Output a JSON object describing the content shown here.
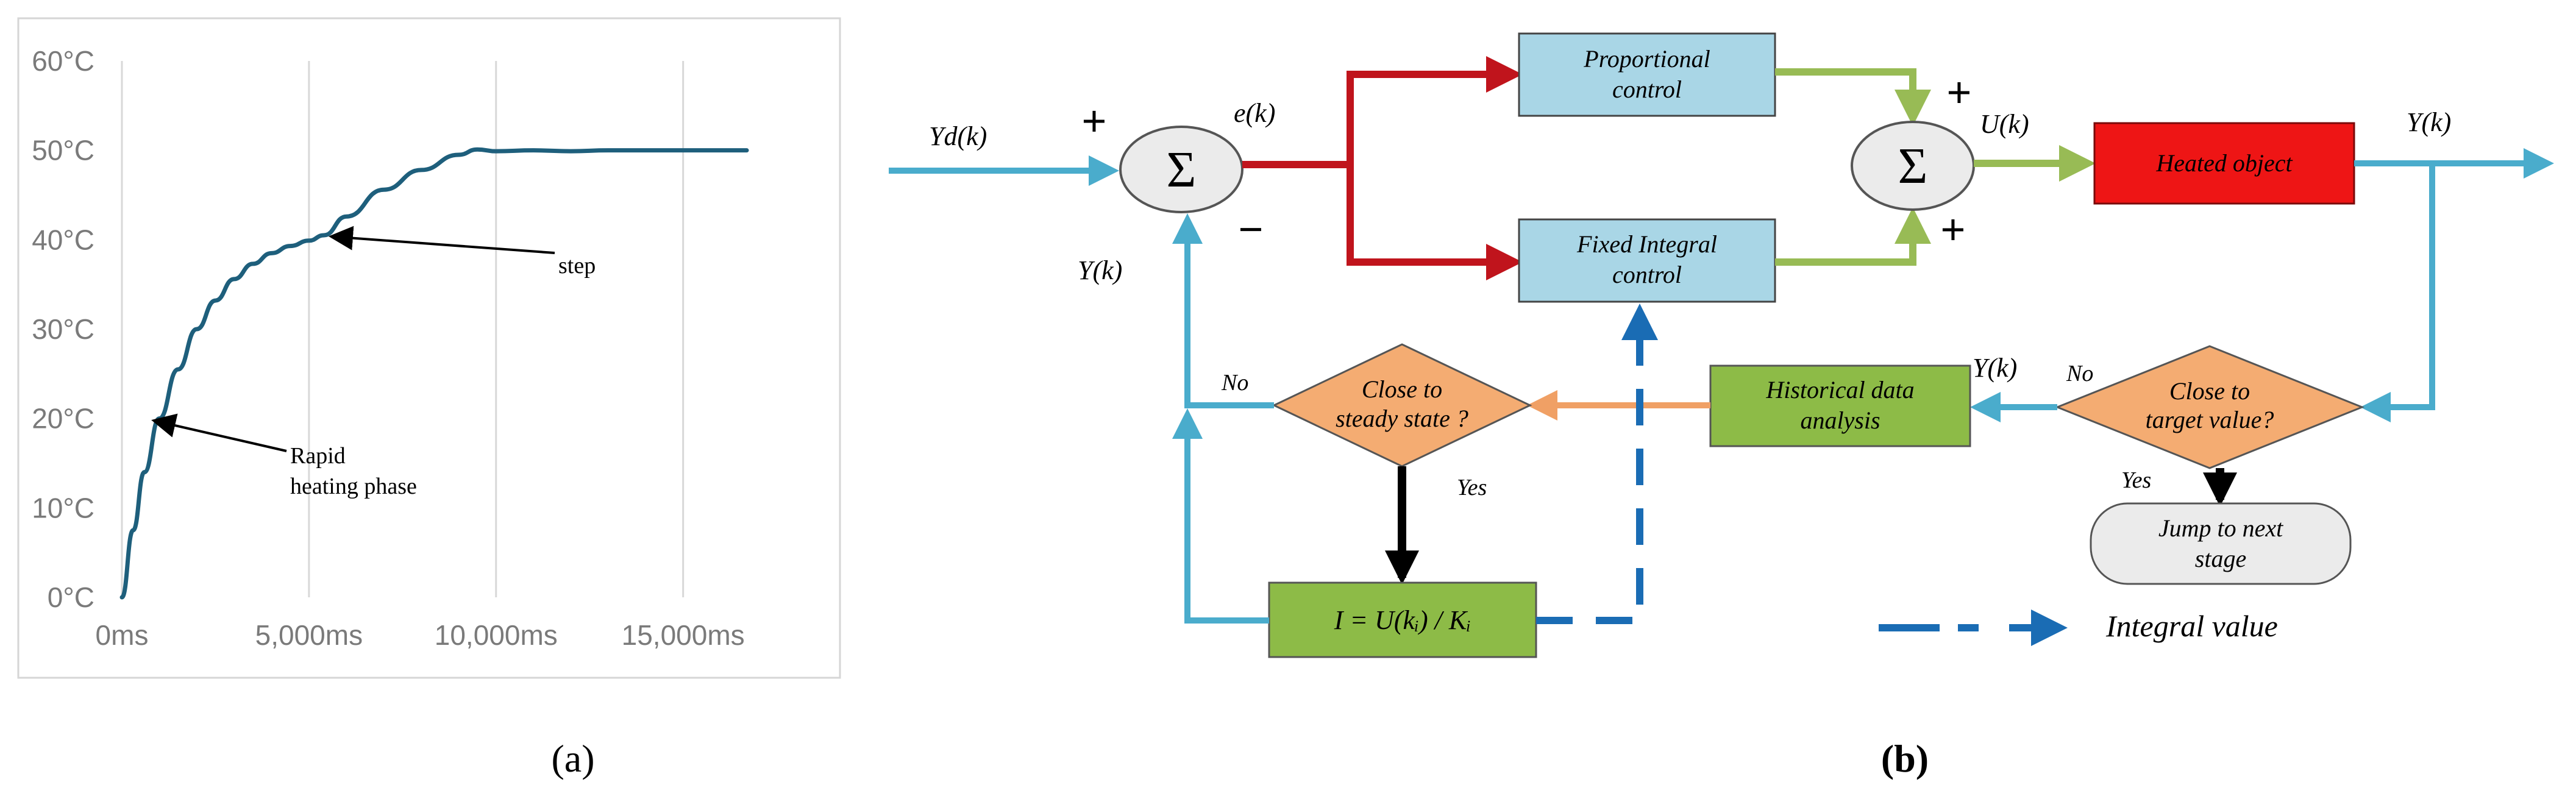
{
  "colors": {
    "curve": "#1e5f7c",
    "feedback": "#4aaccc",
    "error_path": "#c0141c",
    "control_out": "#98bb55",
    "history_path": "#f0a065",
    "integral_dash": "#1a6cb4",
    "box_blue": "#a9d6e6",
    "box_red": "#ee1515",
    "box_green": "#8dbb47",
    "diamond": "#f4ac72",
    "axis_text": "#7a7a7a",
    "grid": "#d8d8d8"
  },
  "chart_data": {
    "type": "line",
    "title": "",
    "xlabel": "",
    "ylabel": "",
    "x_ticks": [
      "0ms",
      "5,000ms",
      "10,000ms",
      "15,000ms"
    ],
    "y_ticks": [
      "0°C",
      "10°C",
      "20°C",
      "30°C",
      "40°C",
      "50°C",
      "60°C"
    ],
    "xlim": [
      0,
      16700
    ],
    "ylim": [
      0,
      60
    ],
    "grid": "vertical",
    "series": [
      {
        "name": "",
        "x": [
          0,
          300,
          600,
          1000,
          1500,
          2000,
          2500,
          3000,
          3500,
          4000,
          4500,
          5000,
          5400,
          6000,
          7000,
          8000,
          9000,
          9500,
          10000,
          11000,
          12000,
          13000,
          14000,
          15000,
          16700
        ],
        "y": [
          0,
          7.5,
          14,
          20,
          25.5,
          30,
          33.2,
          35.6,
          37.3,
          38.5,
          39.3,
          39.9,
          40.5,
          42.6,
          45.6,
          47.8,
          49.5,
          50.1,
          49.9,
          50.0,
          49.9,
          50.0,
          50.0,
          50.0,
          50.0
        ]
      }
    ],
    "annotations": [
      {
        "text": "step",
        "x": 5500,
        "y": 40
      },
      {
        "text": "Rapid",
        "x": 1000,
        "y": 20
      },
      {
        "text": "heating  phase",
        "x": 1000,
        "y": 20
      }
    ]
  },
  "labels": {
    "panel_a": "(a)",
    "panel_b": "(b)"
  },
  "diagram": {
    "input_signal": "Yd(k)",
    "error_signal": "e(k)",
    "sum_symbol": "Σ",
    "plus_sign": "+",
    "minus_sign": "−",
    "control_signal": "U(k)",
    "output_signal": "Y(k)",
    "feedback_signal": "Y(k)",
    "history_input": "Y(k)",
    "boxes": {
      "proportional": [
        "Proportional",
        "control"
      ],
      "integral": [
        "Fixed Integral",
        "control"
      ],
      "heated": [
        "Heated object"
      ],
      "history": [
        "Historical data",
        "analysis"
      ],
      "jump": [
        "Jump to next",
        "stage"
      ],
      "integral_formula": "I = U(kᵢ) / Kᵢ"
    },
    "diamonds": {
      "steady": [
        "Close to",
        "steady state ?"
      ],
      "target": [
        "Close to",
        "target value?"
      ]
    },
    "branches": {
      "steady_no": "No",
      "steady_yes": "Yes",
      "target_no": "No",
      "target_yes": "Yes"
    },
    "legend": "Integral value"
  }
}
